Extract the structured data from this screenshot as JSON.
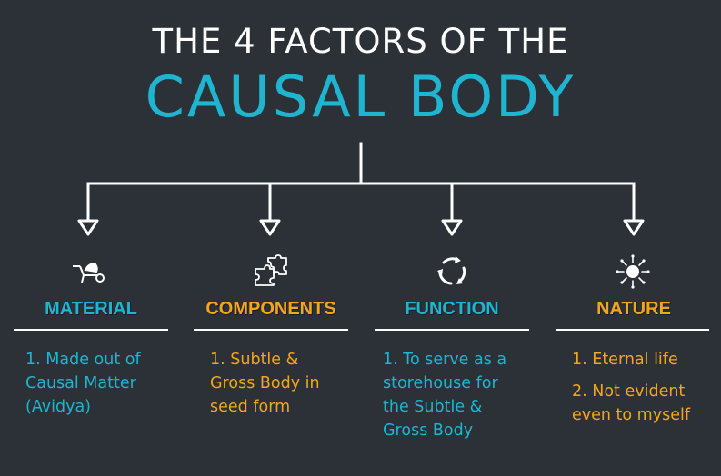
{
  "title": {
    "line1": "THE 4 FACTORS OF THE",
    "line2": "CAUSAL BODY"
  },
  "colors": {
    "background": "#2b3137",
    "cyan": "#1fb5d0",
    "orange": "#f2a71b",
    "white": "#ffffff"
  },
  "factors": [
    {
      "icon": "wheelbarrow-icon",
      "heading": "MATERIAL",
      "color": "#1fb5d0",
      "lines": [
        "1. Made out of",
        "Causal Matter",
        "(Avidya)"
      ]
    },
    {
      "icon": "puzzle-icon",
      "heading": "COMPONENTS",
      "color": "#f2a71b",
      "lines": [
        "1. Subtle &",
        "Gross Body in",
        "seed form"
      ]
    },
    {
      "icon": "cycle-arrows-icon",
      "heading": "FUNCTION",
      "color": "#1fb5d0",
      "lines": [
        "1. To serve as  a",
        "storehouse for",
        "the Subtle &",
        "Gross Body"
      ]
    },
    {
      "icon": "sun-icon",
      "heading": "NATURE",
      "color": "#f2a71b",
      "lines": [
        "1. Eternal life",
        "2. Not evident",
        "even to myself"
      ]
    }
  ]
}
